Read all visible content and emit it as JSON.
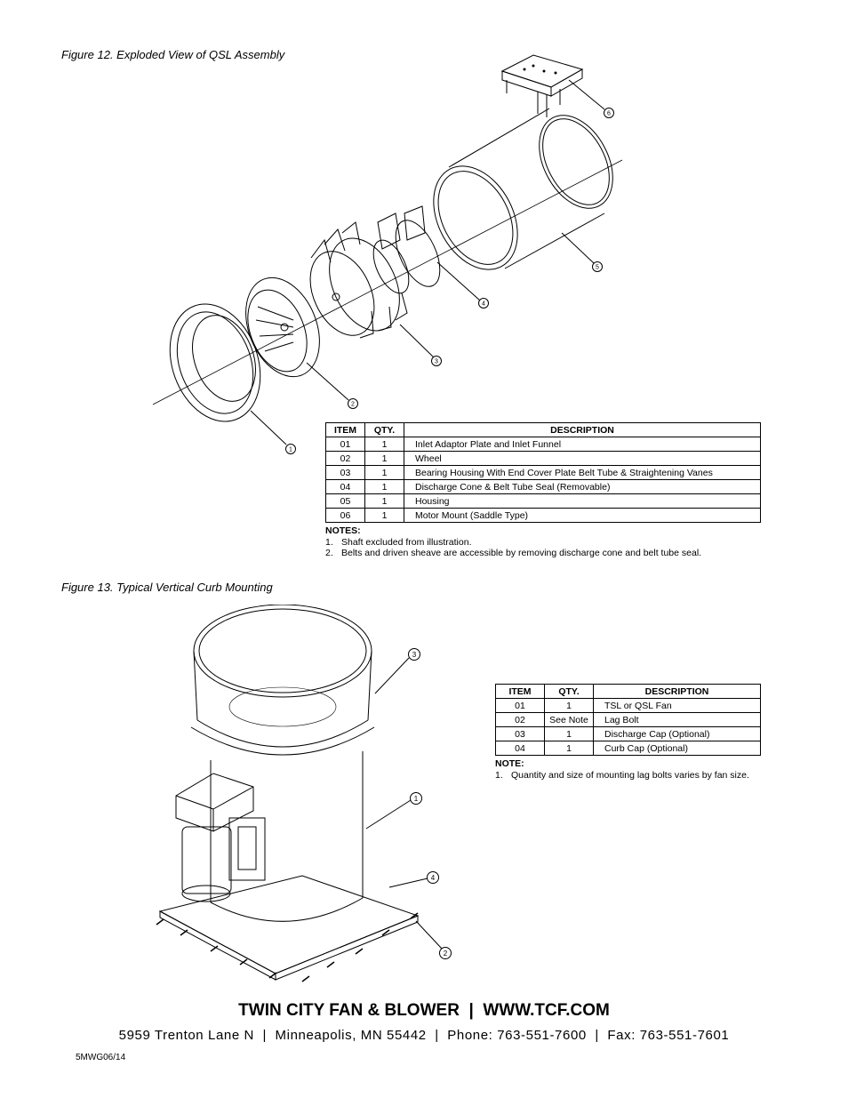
{
  "figure12": {
    "caption": "Figure 12. Exploded View of QSL Assembly",
    "callouts": [
      "1",
      "2",
      "3",
      "4",
      "5",
      "6"
    ],
    "table": {
      "headers": [
        "ITEM",
        "QTY.",
        "DESCRIPTION"
      ],
      "rows": [
        [
          "01",
          "1",
          "Inlet Adaptor Plate and Inlet Funnel"
        ],
        [
          "02",
          "1",
          "Wheel"
        ],
        [
          "03",
          "1",
          "Bearing Housing With End Cover Plate Belt Tube & Straightening Vanes"
        ],
        [
          "04",
          "1",
          "Discharge Cone & Belt Tube Seal (Removable)"
        ],
        [
          "05",
          "1",
          "Housing"
        ],
        [
          "06",
          "1",
          "Motor Mount (Saddle Type)"
        ]
      ]
    },
    "notes_heading": "NOTES:",
    "notes": [
      {
        "num": "1.",
        "text": "Shaft excluded from illustration."
      },
      {
        "num": "2.",
        "text": "Belts and driven sheave are accessible by removing discharge cone and belt tube seal."
      }
    ]
  },
  "figure13": {
    "caption": "Figure 13. Typical Vertical Curb Mounting",
    "callouts": [
      "1",
      "2",
      "3",
      "4"
    ],
    "table": {
      "headers": [
        "ITEM",
        "QTY.",
        "DESCRIPTION"
      ],
      "rows": [
        [
          "01",
          "1",
          "TSL or QSL Fan"
        ],
        [
          "02",
          "See Note",
          "Lag Bolt"
        ],
        [
          "03",
          "1",
          "Discharge Cap (Optional)"
        ],
        [
          "04",
          "1",
          "Curb Cap (Optional)"
        ]
      ]
    },
    "notes_heading": "NOTE:",
    "notes": [
      {
        "num": "1.",
        "text": "Quantity and size of mounting lag bolts varies by fan size."
      }
    ]
  },
  "footer": {
    "company": "TWIN CITY FAN & BLOWER  |  WWW.TCF.COM",
    "address": "5959 Trenton Lane N  |  Minneapolis, MN 55442  |  Phone: 763-551-7600  |  Fax: 763-551-7601",
    "doc_number": "5MWG06/14"
  }
}
